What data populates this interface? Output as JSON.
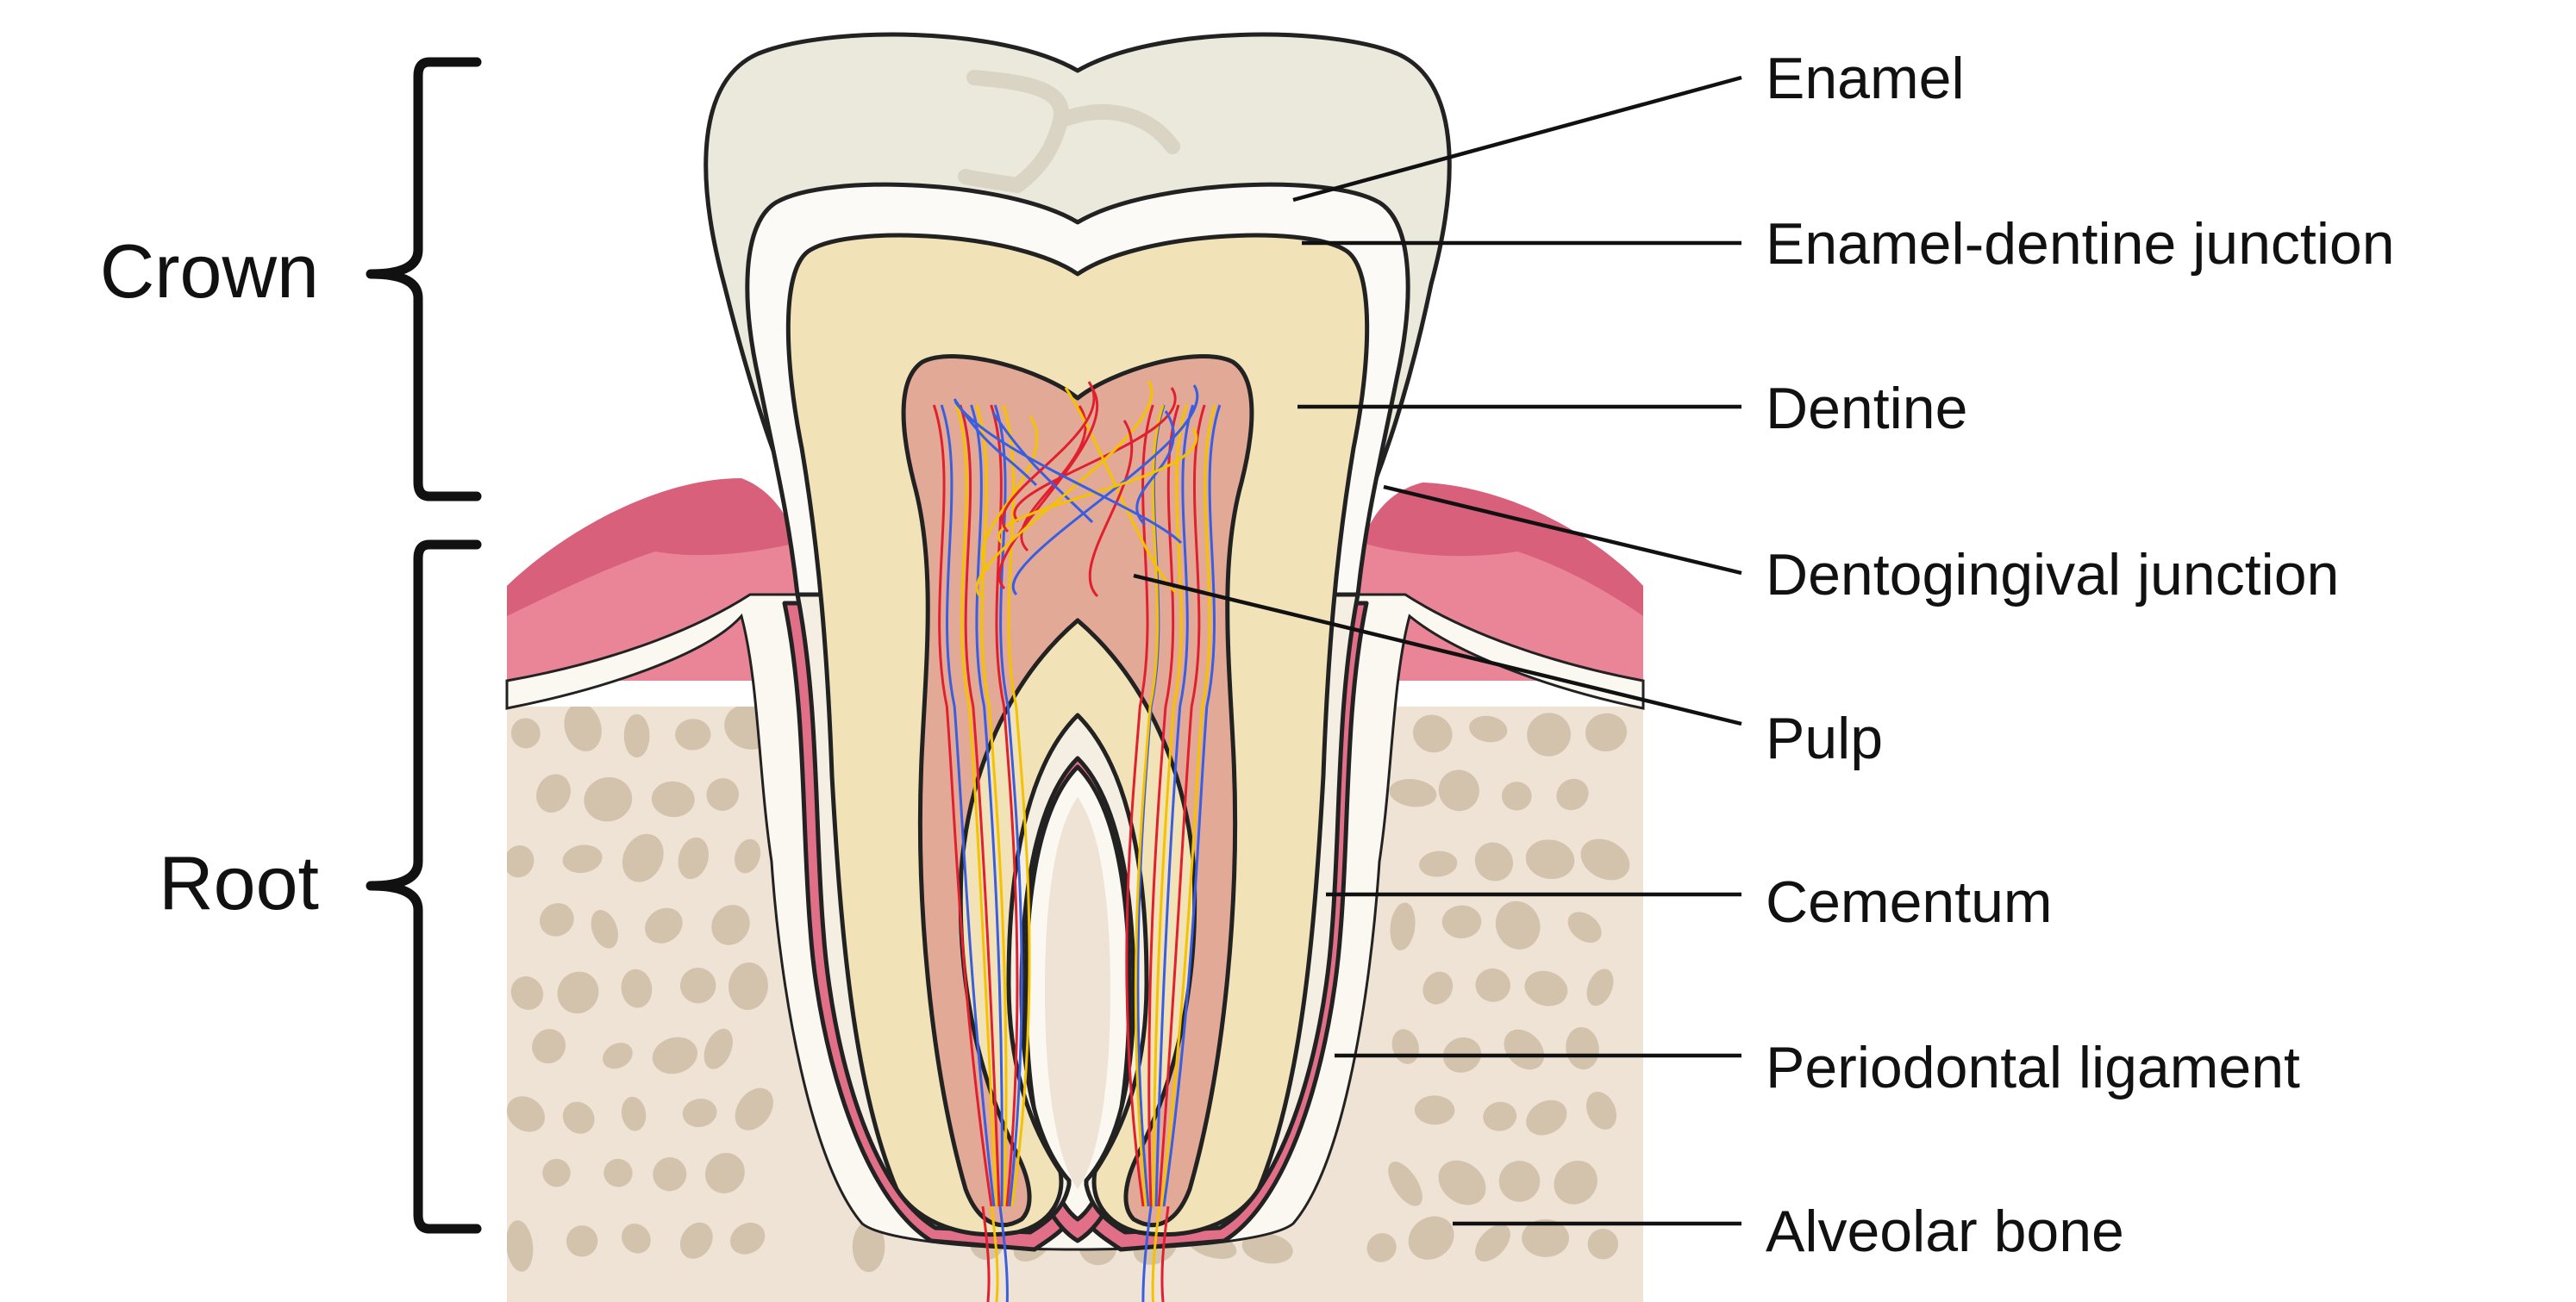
{
  "regions": {
    "crown": "Crown",
    "root": "Root"
  },
  "labels": [
    "Enamel",
    "Enamel-dentine junction",
    "Dentine",
    "Dentogingival junction",
    "Pulp",
    "Cementum",
    "Periodontal ligament",
    "Alveolar bone"
  ],
  "colors": {
    "enamel": "#ebe8dc",
    "dentine": "#f2e2b8",
    "pulp": "#e2aa96",
    "gum": "#e98596",
    "gum_dark": "#d9607a",
    "ligament": "#e06f87",
    "bone": "#efe3d6",
    "bone_holes": "#d3c3ad",
    "bone_lining": "#fbf8f1",
    "blood_vessel": "#e0202f",
    "vein": "#3a5ee0",
    "nerve": "#f5c200"
  }
}
